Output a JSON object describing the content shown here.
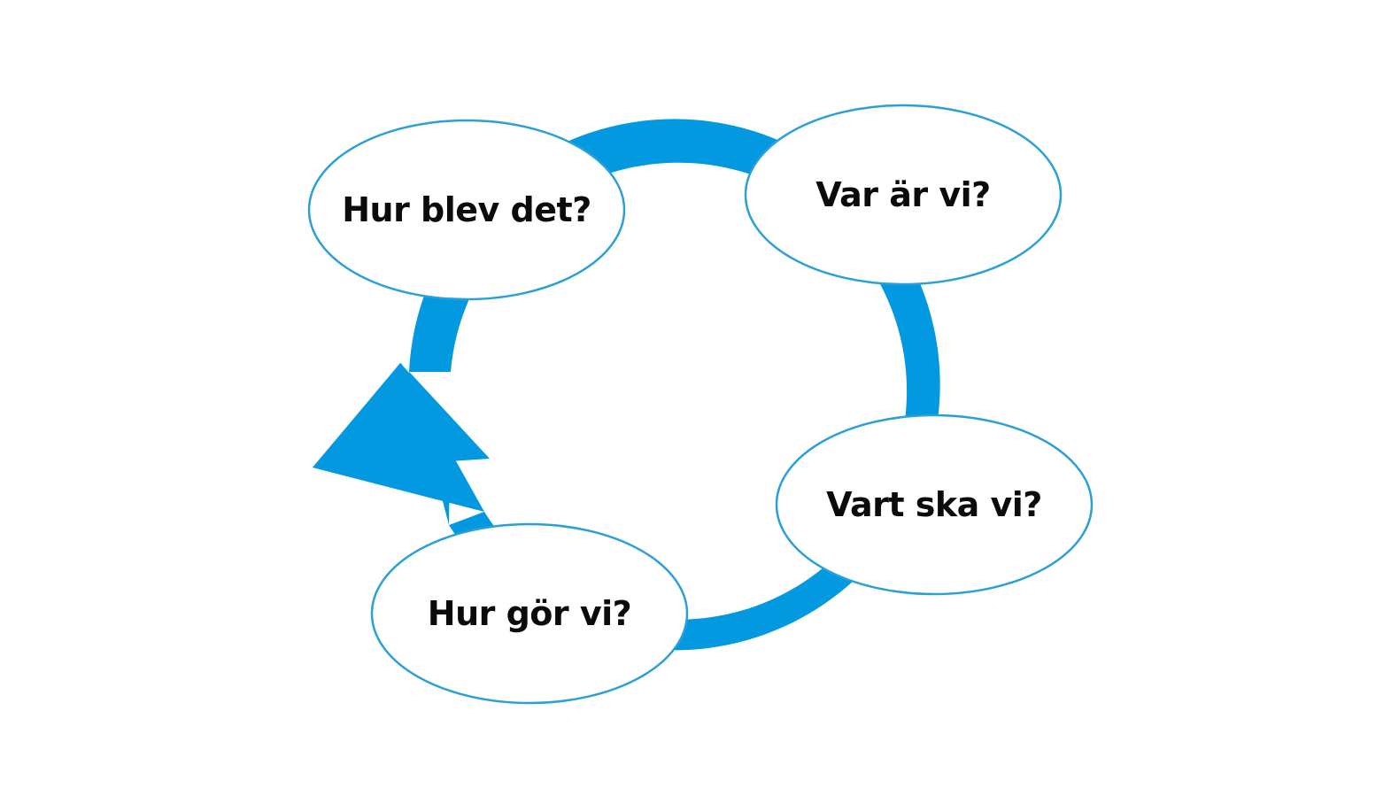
{
  "diagram": {
    "colors": {
      "ring": "#0399e0",
      "node_stroke": "#2a9fd8",
      "node_fill": "#ffffff",
      "text": "#0b0b0b",
      "background": "#ffffff"
    },
    "nodes": [
      {
        "id": "hur-blev-det",
        "label": "Hur blev det?"
      },
      {
        "id": "var-ar-vi",
        "label": "Var är vi?"
      },
      {
        "id": "vart-ska-vi",
        "label": "Vart ska vi?"
      },
      {
        "id": "hur-gor-vi",
        "label": "Hur gör vi?"
      }
    ]
  }
}
